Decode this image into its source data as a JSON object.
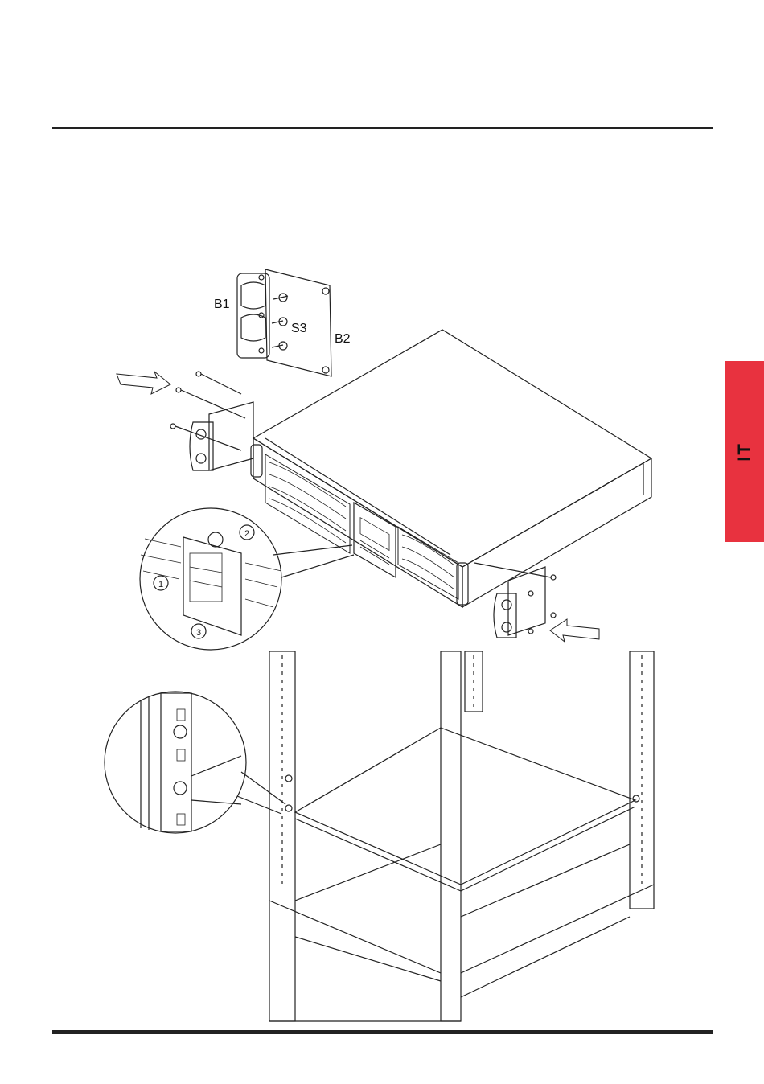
{
  "side_tab": {
    "label": "IT"
  },
  "figure": {
    "labels": {
      "b1": "B1",
      "s3": "S3",
      "b2": "B2"
    },
    "callouts": [
      "1",
      "2",
      "3"
    ]
  },
  "colors": {
    "accent": "#e8323f",
    "rule": "#222222"
  }
}
